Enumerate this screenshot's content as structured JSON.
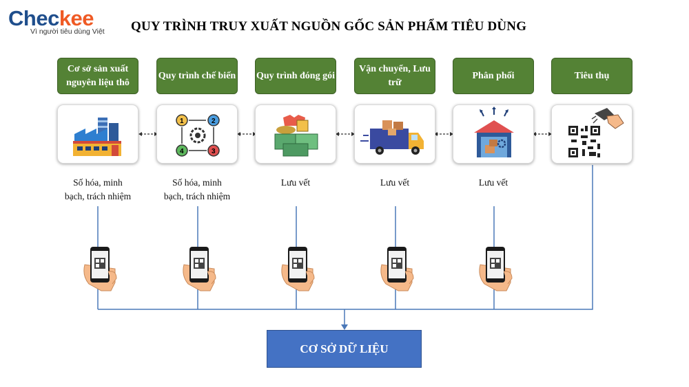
{
  "logo": {
    "brand_part1": "Chec",
    "brand_part2": "kee",
    "tagline": "Vì người tiêu dùng Việt"
  },
  "title": "QUY TRÌNH TRUY XUẤT NGUỒN GỐC SẢN PHẨM TIÊU DÙNG",
  "steps": [
    {
      "label": "Cơ sở sản xuất nguyên liệu thô",
      "icon": "factory-icon",
      "note_line1": "Số hóa, minh",
      "note_line2": "bạch, trách nhiệm"
    },
    {
      "label": "Quy trình chế biến",
      "icon": "process-cycle-icon",
      "note_line1": "Số hóa, minh",
      "note_line2": "bạch, trách nhiệm"
    },
    {
      "label": "Quy trình đóng gói",
      "icon": "packaging-boxes-icon",
      "note_line1": "Lưu vết",
      "note_line2": ""
    },
    {
      "label": "Vận chuyển, Lưu trữ",
      "icon": "delivery-truck-icon",
      "note_line1": "Lưu vết",
      "note_line2": ""
    },
    {
      "label": "Phân phối",
      "icon": "warehouse-icon",
      "note_line1": "Lưu vết",
      "note_line2": ""
    },
    {
      "label": "Tiêu thụ",
      "icon": "qr-scanner-icon",
      "note_line1": "",
      "note_line2": ""
    }
  ],
  "database": {
    "label": "CƠ SỞ DỮ LIỆU"
  },
  "colors": {
    "step_green": "#548235",
    "database_blue": "#4472c4",
    "line_blue": "#4a78b8",
    "brand_blue": "#1f4e8c",
    "brand_orange": "#ef5a24"
  }
}
